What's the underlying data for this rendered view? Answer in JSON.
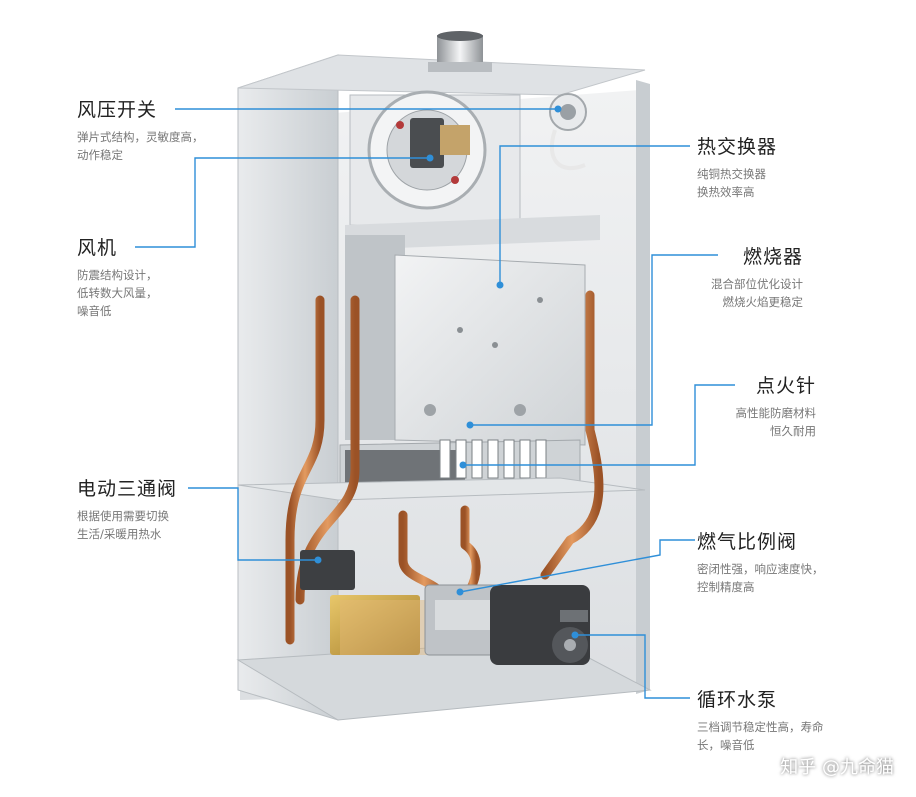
{
  "colors": {
    "leader": "#2f8fd8",
    "copper": "#c8743c",
    "steel": "#cfd3d7"
  },
  "callouts": {
    "air_pressure_switch": {
      "title": "风压开关",
      "desc": [
        "弹片式结构，灵敏度高，",
        "动作稳定"
      ]
    },
    "fan": {
      "title": "风机",
      "desc": [
        "防震结构设计，",
        "低转数大风量，",
        "噪音低"
      ]
    },
    "three_way_valve": {
      "title": "电动三通阀",
      "desc": [
        "根据使用需要切换",
        "生活/采暖用热水"
      ]
    },
    "heat_exchanger": {
      "title": "热交换器",
      "desc": [
        "纯铜热交换器",
        "换热效率高"
      ]
    },
    "burner": {
      "title": "燃烧器",
      "desc": [
        "混合部位优化设计",
        "燃烧火焰更稳定"
      ]
    },
    "igniter": {
      "title": "点火针",
      "desc": [
        "高性能防磨材料",
        "恒久耐用"
      ]
    },
    "gas_valve": {
      "title": "燃气比例阀",
      "desc": [
        "密闭性强，响应速度快，",
        "控制精度高"
      ]
    },
    "circulation_pump": {
      "title": "循环水泵",
      "desc": [
        "三档调节稳定性高，寿命",
        "长，噪音低"
      ]
    }
  },
  "watermark": "知乎 @九命猫"
}
